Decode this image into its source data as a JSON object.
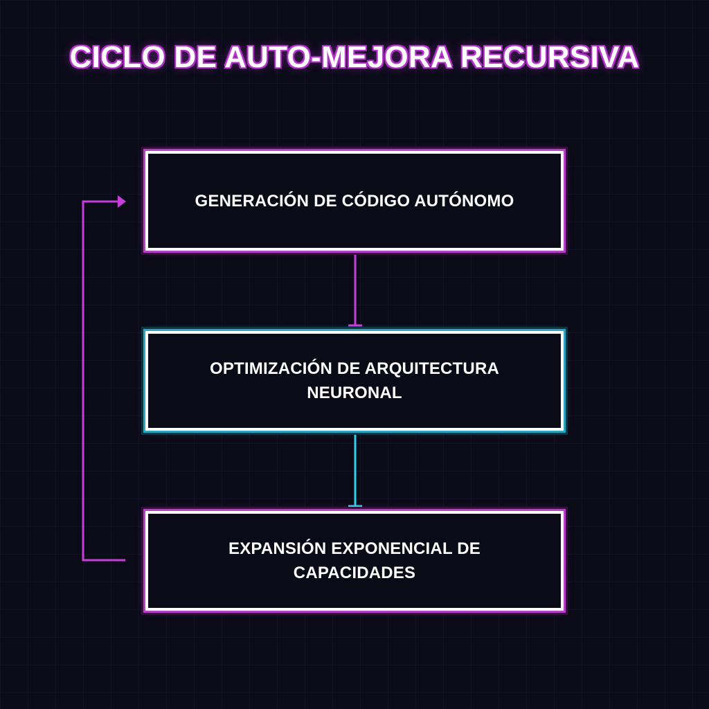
{
  "title": "CICLO DE AUTO-MEJORA RECURSIVA",
  "nodes": [
    {
      "label": "GENERACIÓN DE CÓDIGO AUTÓNOMO"
    },
    {
      "label": "OPTIMIZACIÓN DE ARQUITECTURA NEURONAL"
    },
    {
      "label": "EXPANSIÓN EXPONENCIAL DE CAPACIDADES"
    }
  ],
  "colors": {
    "background": "#0b0b18",
    "accent_pink": "#c73fdb",
    "accent_cyan": "#2fd0ea",
    "box_border": "#ffffff",
    "text": "#ffffff"
  }
}
